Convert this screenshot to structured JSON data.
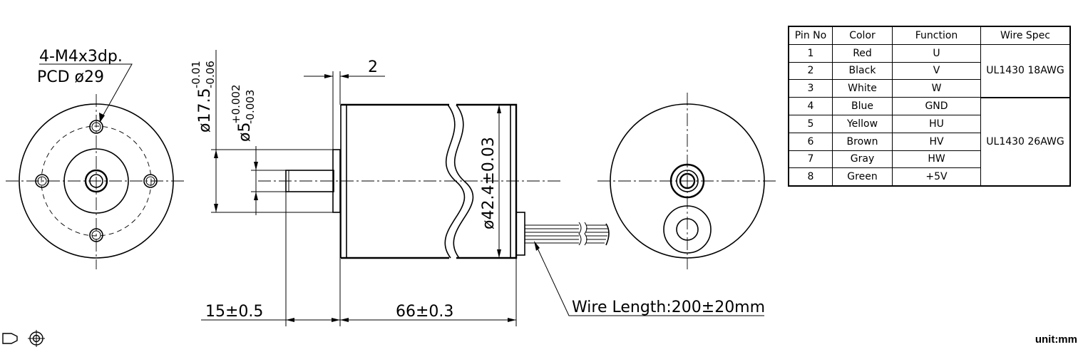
{
  "dimensions": {
    "mount_holes": "4-M4x3dp.",
    "pcd": "PCD ø29",
    "flange_thickness": "2",
    "shaft_length": "15±0.5",
    "body_length": "66±0.3",
    "body_diameter": "ø42.4±0.03",
    "wire_length": "Wire Length:200±20mm",
    "boss_diameter_base": "ø17.5",
    "boss_tol_upper": "-0.01",
    "boss_tol_lower": "-0.06",
    "shaft_diameter_base": "ø5",
    "shaft_tol_upper": "+0.002",
    "shaft_tol_lower": "-0.003"
  },
  "table": {
    "headers": [
      "Pin No",
      "Color",
      "Function",
      "Wire Spec"
    ],
    "rows": [
      {
        "pin": "1",
        "color": "Red",
        "function": "U"
      },
      {
        "pin": "2",
        "color": "Black",
        "function": "V"
      },
      {
        "pin": "3",
        "color": "White",
        "function": "W"
      },
      {
        "pin": "4",
        "color": "Blue",
        "function": "GND"
      },
      {
        "pin": "5",
        "color": "Yellow",
        "function": "HU"
      },
      {
        "pin": "6",
        "color": "Brown",
        "function": "HV"
      },
      {
        "pin": "7",
        "color": "Gray",
        "function": "HW"
      },
      {
        "pin": "8",
        "color": "Green",
        "function": "+5V"
      }
    ],
    "wire_spec_power": "UL1430  18AWG",
    "wire_spec_signal": "UL1430  26AWG"
  },
  "unit": "unit:mm",
  "icons": [
    "projection-symbol-icon"
  ]
}
